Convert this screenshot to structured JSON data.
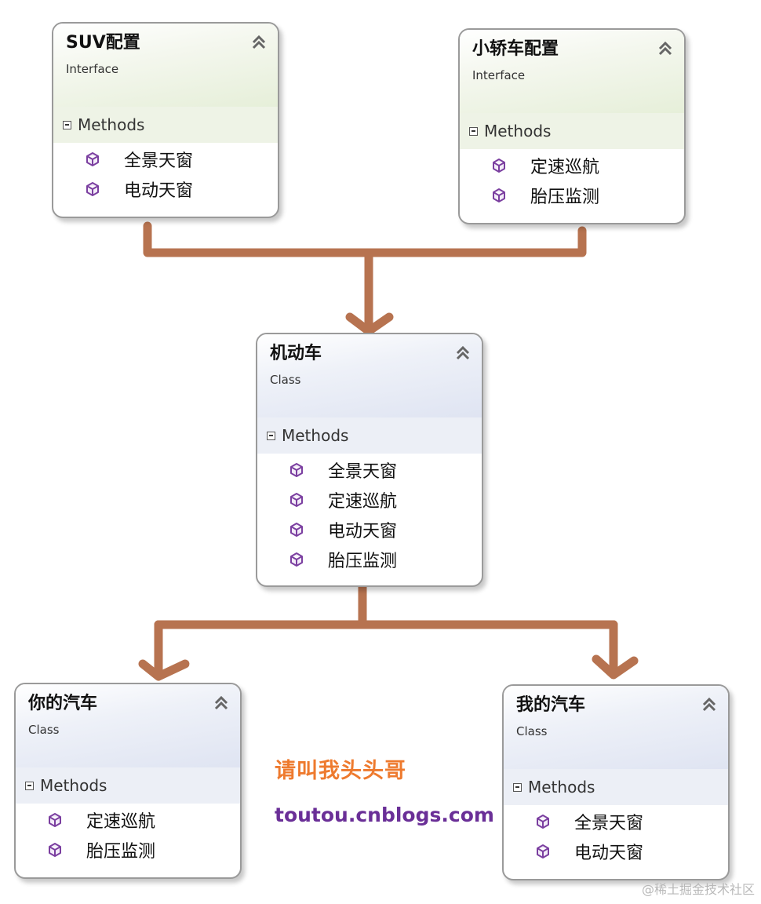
{
  "boxes": {
    "suv": {
      "title": "SUV配置",
      "kind": "Interface",
      "section": "Methods",
      "methods": [
        "全景天窗",
        "电动天窗"
      ]
    },
    "sedan": {
      "title": "小轿车配置",
      "kind": "Interface",
      "section": "Methods",
      "methods": [
        "定速巡航",
        "胎压监测"
      ]
    },
    "motor": {
      "title": "机动车",
      "kind": "Class",
      "section": "Methods",
      "methods": [
        "全景天窗",
        "定速巡航",
        "电动天窗",
        "胎压监测"
      ]
    },
    "yours": {
      "title": "你的汽车",
      "kind": "Class",
      "section": "Methods",
      "methods": [
        "定速巡航",
        "胎压监测"
      ]
    },
    "mine": {
      "title": "我的汽车",
      "kind": "Class",
      "section": "Methods",
      "methods": [
        "全景天窗",
        "电动天窗"
      ]
    }
  },
  "watermark": {
    "text": "请叫我头头哥",
    "url": "toutou.cnblogs.com"
  },
  "credit": "@稀土掘金技术社区",
  "colors": {
    "connector": "#b77350",
    "method_icon": "#7b3fa0",
    "watermark_text": "#ee7a2e",
    "watermark_url": "#6a2f97"
  }
}
